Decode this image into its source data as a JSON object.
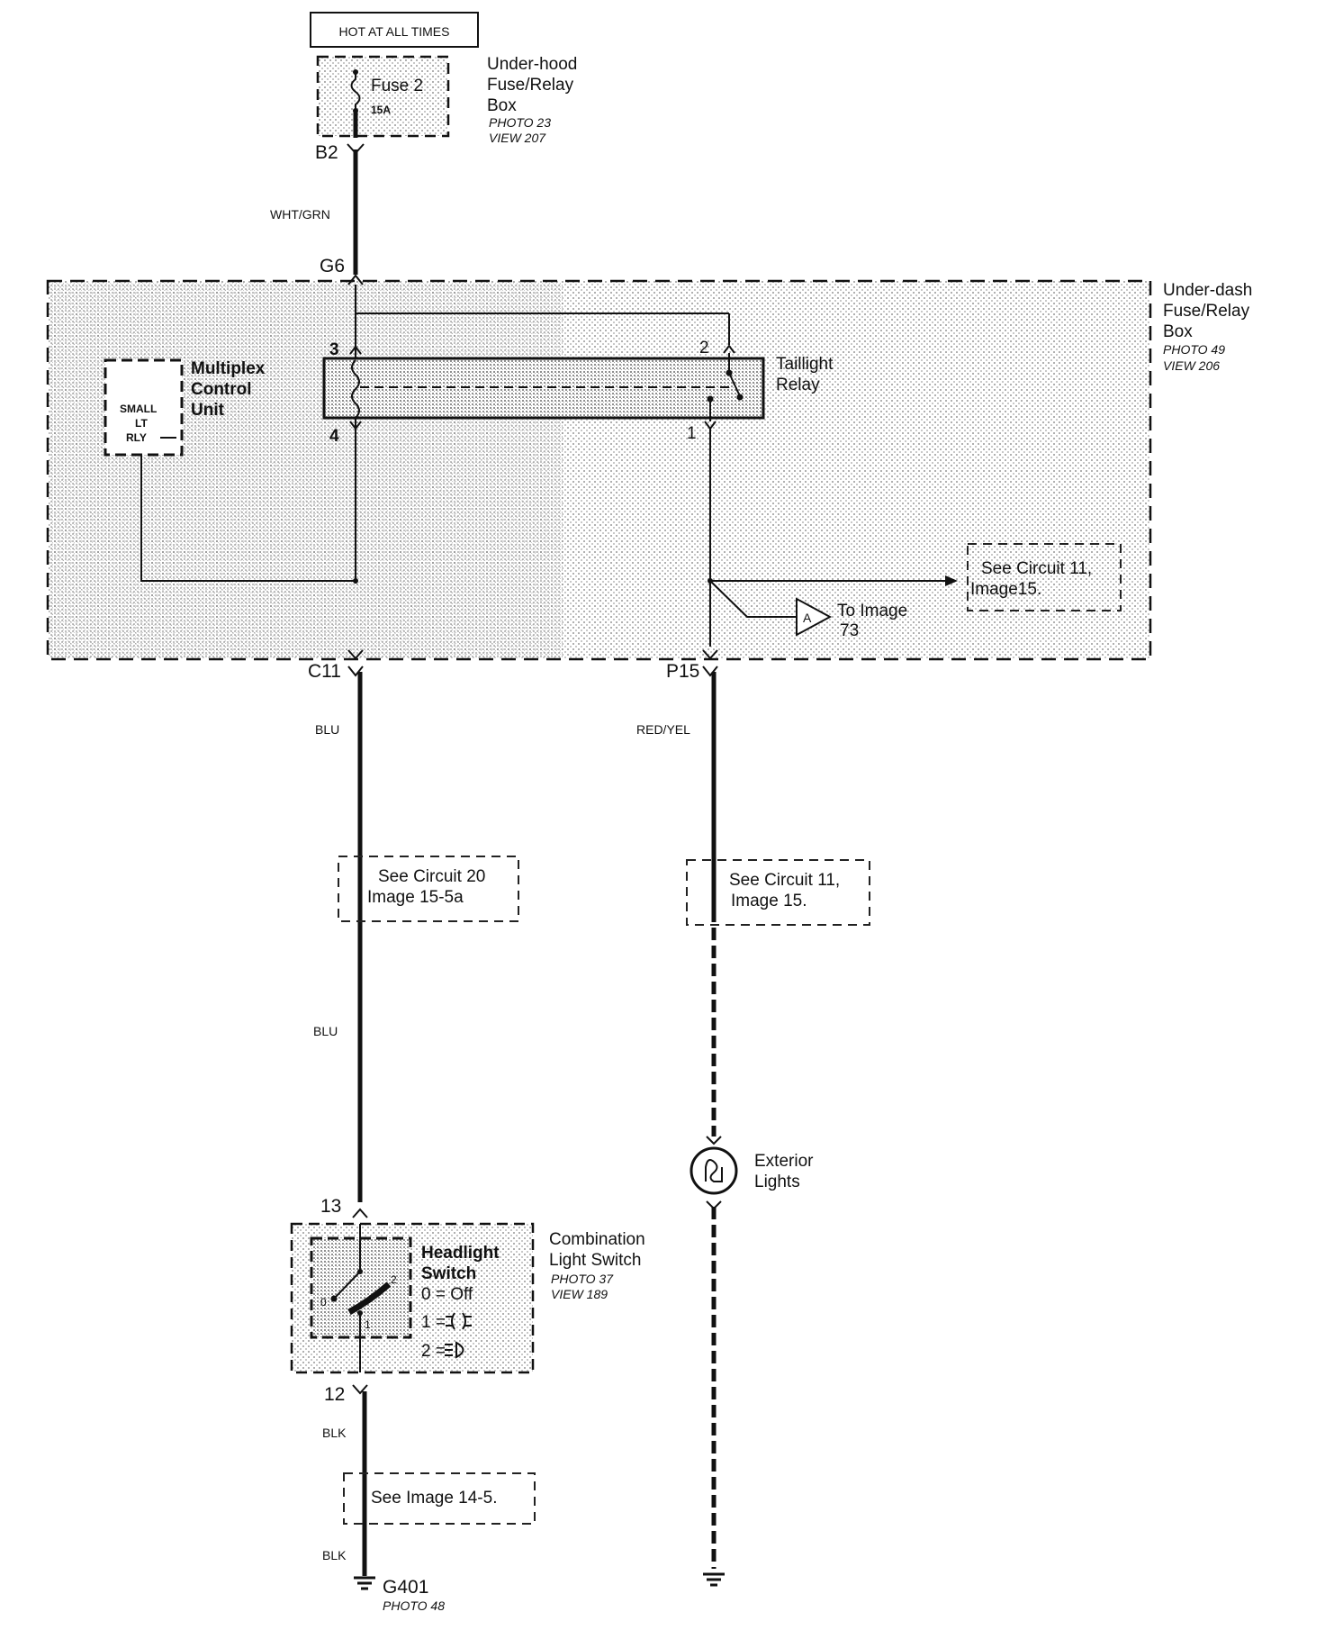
{
  "hot_label": "HOT AT ALL TIMES",
  "underhood": {
    "fuse_name": "Fuse 2",
    "fuse_rating": "15A",
    "box_line1": "Under-hood",
    "box_line2": "Fuse/Relay",
    "box_line3": "Box",
    "photo": "PHOTO 23",
    "view": "VIEW 207"
  },
  "connectors": {
    "b2": "B2",
    "g6": "G6",
    "c11": "C11",
    "p15": "P15",
    "pin3": "3",
    "pin4": "4",
    "pin2": "2",
    "pin1": "1",
    "pin13": "13",
    "pin12": "12"
  },
  "wires": {
    "wht_grn": "WHT/GRN",
    "blu": "BLU",
    "red_yel": "RED/YEL",
    "blk": "BLK"
  },
  "underdash": {
    "line1": "Under-dash",
    "line2": "Fuse/Relay",
    "line3": "Box",
    "photo": "PHOTO 49",
    "view": "VIEW 206"
  },
  "multiplex": {
    "line1": "Multiplex",
    "line2": "Control",
    "line3": "Unit",
    "inner1": "SMALL",
    "inner2": "LT",
    "inner3": "RLY"
  },
  "relay": {
    "line1": "Taillight",
    "line2": "Relay"
  },
  "refs": {
    "circuit11_top_line1": "See Circuit 11,",
    "circuit11_top_line2": "Image15.",
    "to_image_marker": "A",
    "to_image_line1": "To Image",
    "to_image_line2": "73",
    "circuit20_line1": "See Circuit 20",
    "circuit20_line2": "Image 15-5a",
    "circuit11_mid_line1": "See Circuit 11,",
    "circuit11_mid_line2": "Image 15.",
    "image14_5": "See Image 14-5."
  },
  "exterior": {
    "line1": "Exterior",
    "line2": "Lights"
  },
  "combination": {
    "line1": "Combination",
    "line2": "Light Switch",
    "photo": "PHOTO 37",
    "view": "VIEW 189",
    "switch1": "Headlight",
    "switch2": "Switch",
    "pos0": "0 = Off",
    "pos1": "1 =",
    "pos2": "2 =",
    "num0": "0",
    "num1": "1",
    "num2": "2"
  },
  "ground": {
    "name": "G401",
    "photo": "PHOTO 48"
  },
  "colors": {
    "ink": "#111111",
    "shade": "#d9d9d9",
    "background": "#ffffff"
  }
}
